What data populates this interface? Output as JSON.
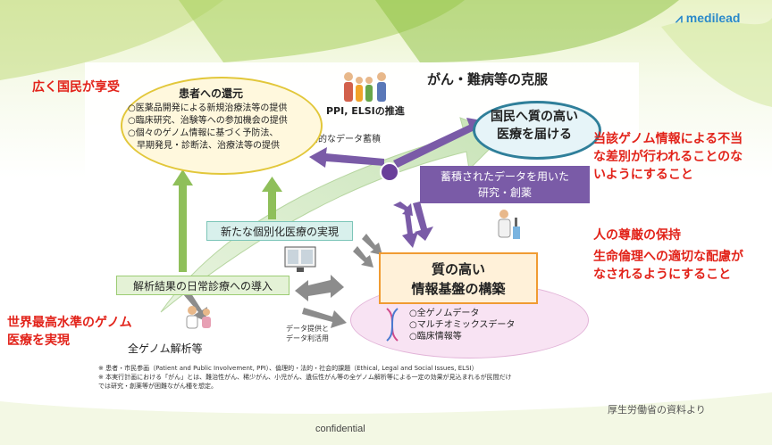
{
  "logo": "medilead",
  "headline": "がん・難病等の克服",
  "red_texts": {
    "share": "広く国民が享受",
    "discrimination": [
      "当該ゲノム情報による不当",
      "な差別が行われることのな",
      "いようにすること"
    ],
    "dignity_title": "人の尊厳の保持",
    "dignity": [
      "生命倫理への適切な配慮が",
      "なされるようにすること"
    ],
    "world": [
      "世界最高水準のゲノム",
      "医療を実現"
    ]
  },
  "patient_return": {
    "title": "患者への還元",
    "items": [
      "○医薬品開発による新規治療法等の提供",
      "○臨床研究、治験等への参加機会の提供",
      "○個々のゲノム情報に基づく予防法、",
      "　早期発見・診断法、治療法等の提供"
    ]
  },
  "ppi": "PPI, ELSIの推進",
  "strategic": "戦略的なデータ蓄積",
  "quality_medicine": [
    "国民へ質の高い",
    "医療を届ける"
  ],
  "research": [
    "蓄積されたデータを用いた",
    "研究・創薬"
  ],
  "personalized": "新たな個別化医療の実現",
  "daily_practice": "解析結果の日常診療への導入",
  "infrastructure": [
    "質の高い",
    "情報基盤の構築"
  ],
  "data_items": [
    "○全ゲノムデータ",
    "○マルチオミックスデータ",
    "○臨床情報等"
  ],
  "data_note": [
    "データ提供と",
    "データ利活用"
  ],
  "genome_analysis": "全ゲノム解析等",
  "footnotes": [
    "※ 患者・市民参画（Patient and Public Involvement, PPI）、倫理的・法的・社会的課題（Ethical, Legal and Social Issues, ELSI）",
    "※ 本実行計画における「がん」とは、難治性がん、稀少がん、小児がん、遺伝性がん等の全ゲノム解析等による一定の効果が見込まれるが民間だけ",
    "では研究・創薬等が困難ながん種を想定。"
  ],
  "source": "厚生労働省の資料より",
  "confidential": "confidential",
  "colors": {
    "red": "#e2231a",
    "purple": "#7a5ba7",
    "orange": "#f09b32",
    "teal": "#2f7f9a",
    "green_arrow": "#8fbf5a"
  }
}
